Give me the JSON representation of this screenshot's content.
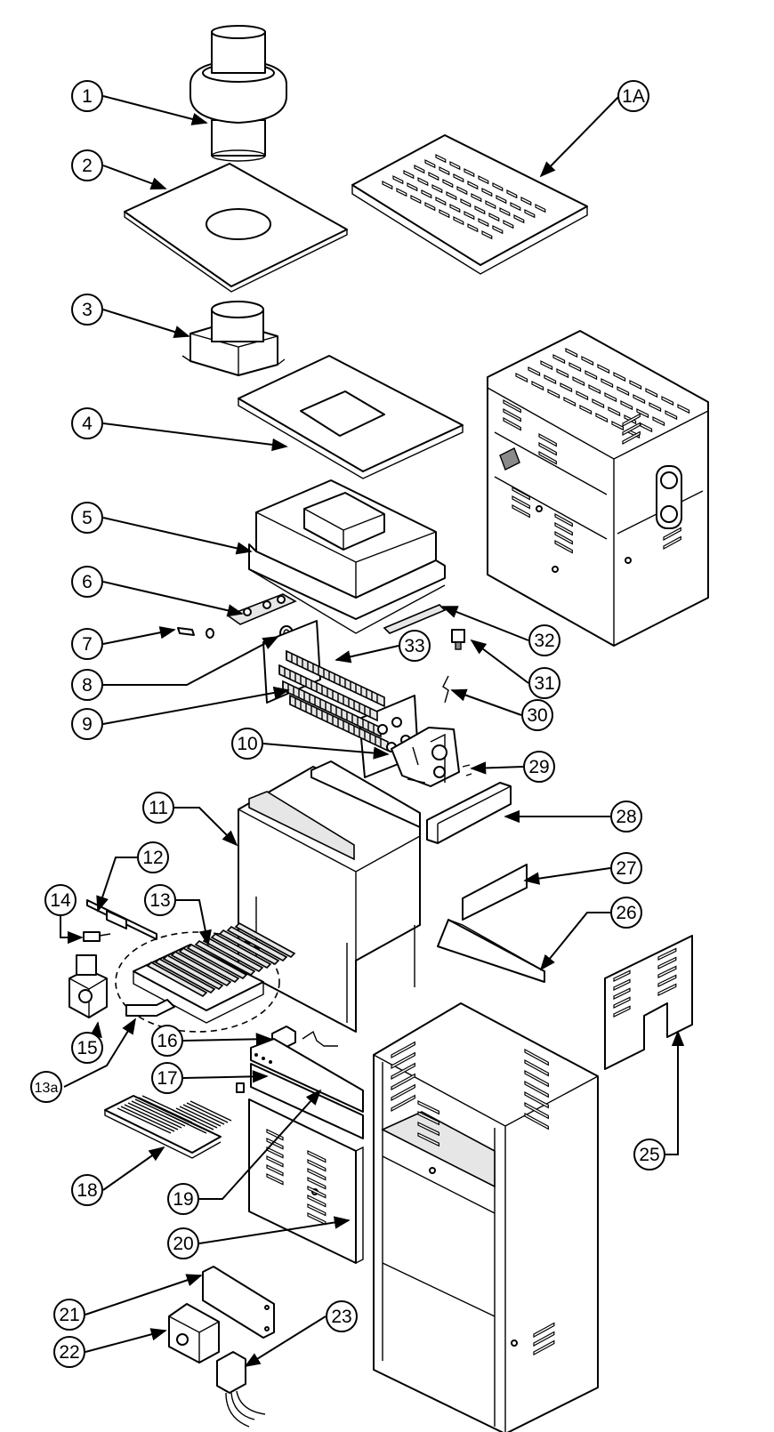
{
  "callouts": [
    {
      "id": "1",
      "small": false
    },
    {
      "id": "1A",
      "small": false
    },
    {
      "id": "2",
      "small": false
    },
    {
      "id": "3",
      "small": false
    },
    {
      "id": "4",
      "small": false
    },
    {
      "id": "5",
      "small": false
    },
    {
      "id": "6",
      "small": false
    },
    {
      "id": "7",
      "small": false
    },
    {
      "id": "8",
      "small": false
    },
    {
      "id": "9",
      "small": false
    },
    {
      "id": "10",
      "small": false
    },
    {
      "id": "11",
      "small": false
    },
    {
      "id": "12",
      "small": false
    },
    {
      "id": "13",
      "small": false
    },
    {
      "id": "13a",
      "small": true
    },
    {
      "id": "14",
      "small": false
    },
    {
      "id": "15",
      "small": false
    },
    {
      "id": "16",
      "small": false
    },
    {
      "id": "17",
      "small": false
    },
    {
      "id": "18",
      "small": false
    },
    {
      "id": "19",
      "small": false
    },
    {
      "id": "20",
      "small": false
    },
    {
      "id": "21",
      "small": false
    },
    {
      "id": "22",
      "small": false
    },
    {
      "id": "23",
      "small": false
    },
    {
      "id": "25",
      "small": false
    },
    {
      "id": "26",
      "small": false
    },
    {
      "id": "27",
      "small": false
    },
    {
      "id": "28",
      "small": false
    },
    {
      "id": "29",
      "small": false
    },
    {
      "id": "30",
      "small": false
    },
    {
      "id": "31",
      "small": false
    },
    {
      "id": "32",
      "small": false
    },
    {
      "id": "33",
      "small": false
    }
  ],
  "colors": {
    "line": "#000000",
    "background": "#ffffff",
    "shade": "#e6e6e6"
  }
}
